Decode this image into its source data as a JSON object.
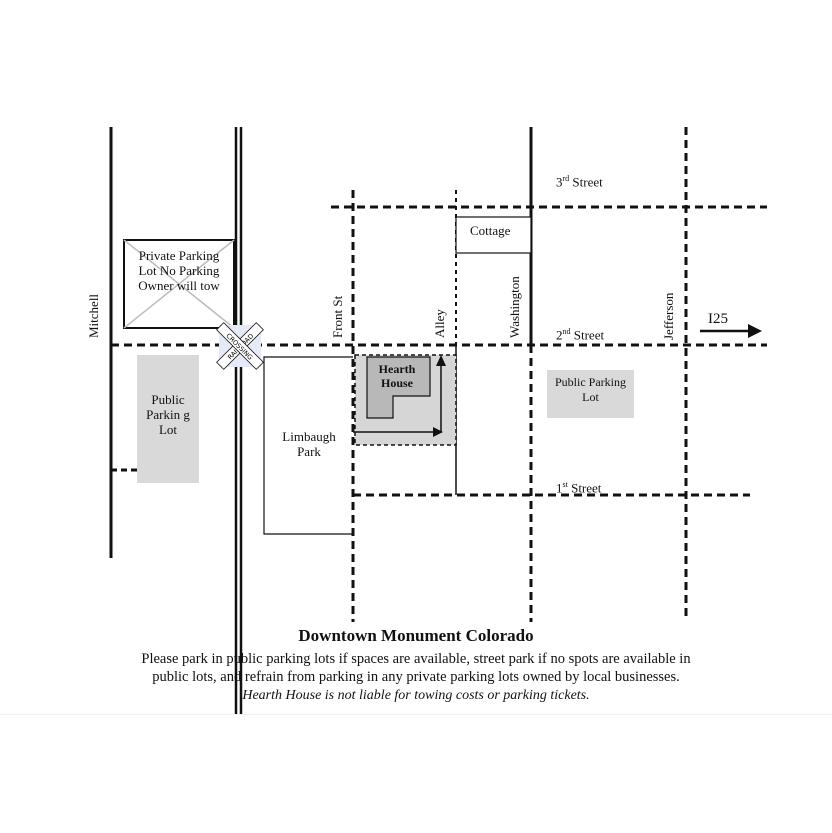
{
  "map": {
    "roads": {
      "mitchell": "Mitchell",
      "front_st": "Front St",
      "alley": "Alley",
      "washington": "Washington",
      "jefferson": "Jefferson",
      "third_street": "3rd Street",
      "second_street": "2nd Street",
      "first_street": "1st Street",
      "i25": "I25"
    },
    "places": {
      "private_lot": "Private Parking Lot No Parking Owner will tow",
      "public_lot_left": "Public Parkin g Lot",
      "public_lot_right": "Public Parking Lot",
      "cottage": "Cottage",
      "limbaugh_park": "Limbaugh Park",
      "hearth_house": "Hearth House"
    },
    "railroad_sign": {
      "line1": "RAILROAD",
      "line2": "CROSSING"
    }
  },
  "caption": {
    "title": "Downtown Monument Colorado",
    "line1": "Please park in public parking lots if spaces are available, street park if no spots are available in",
    "line2": "public lots, and refrain from parking in any private parking lots owned by local businesses.",
    "disclaimer": "Hearth House is not liable for towing costs or parking tickets."
  },
  "colors": {
    "road": "#111111",
    "lot_fill": "#d9d9d9",
    "sign_fill": "#e6eaf7"
  }
}
